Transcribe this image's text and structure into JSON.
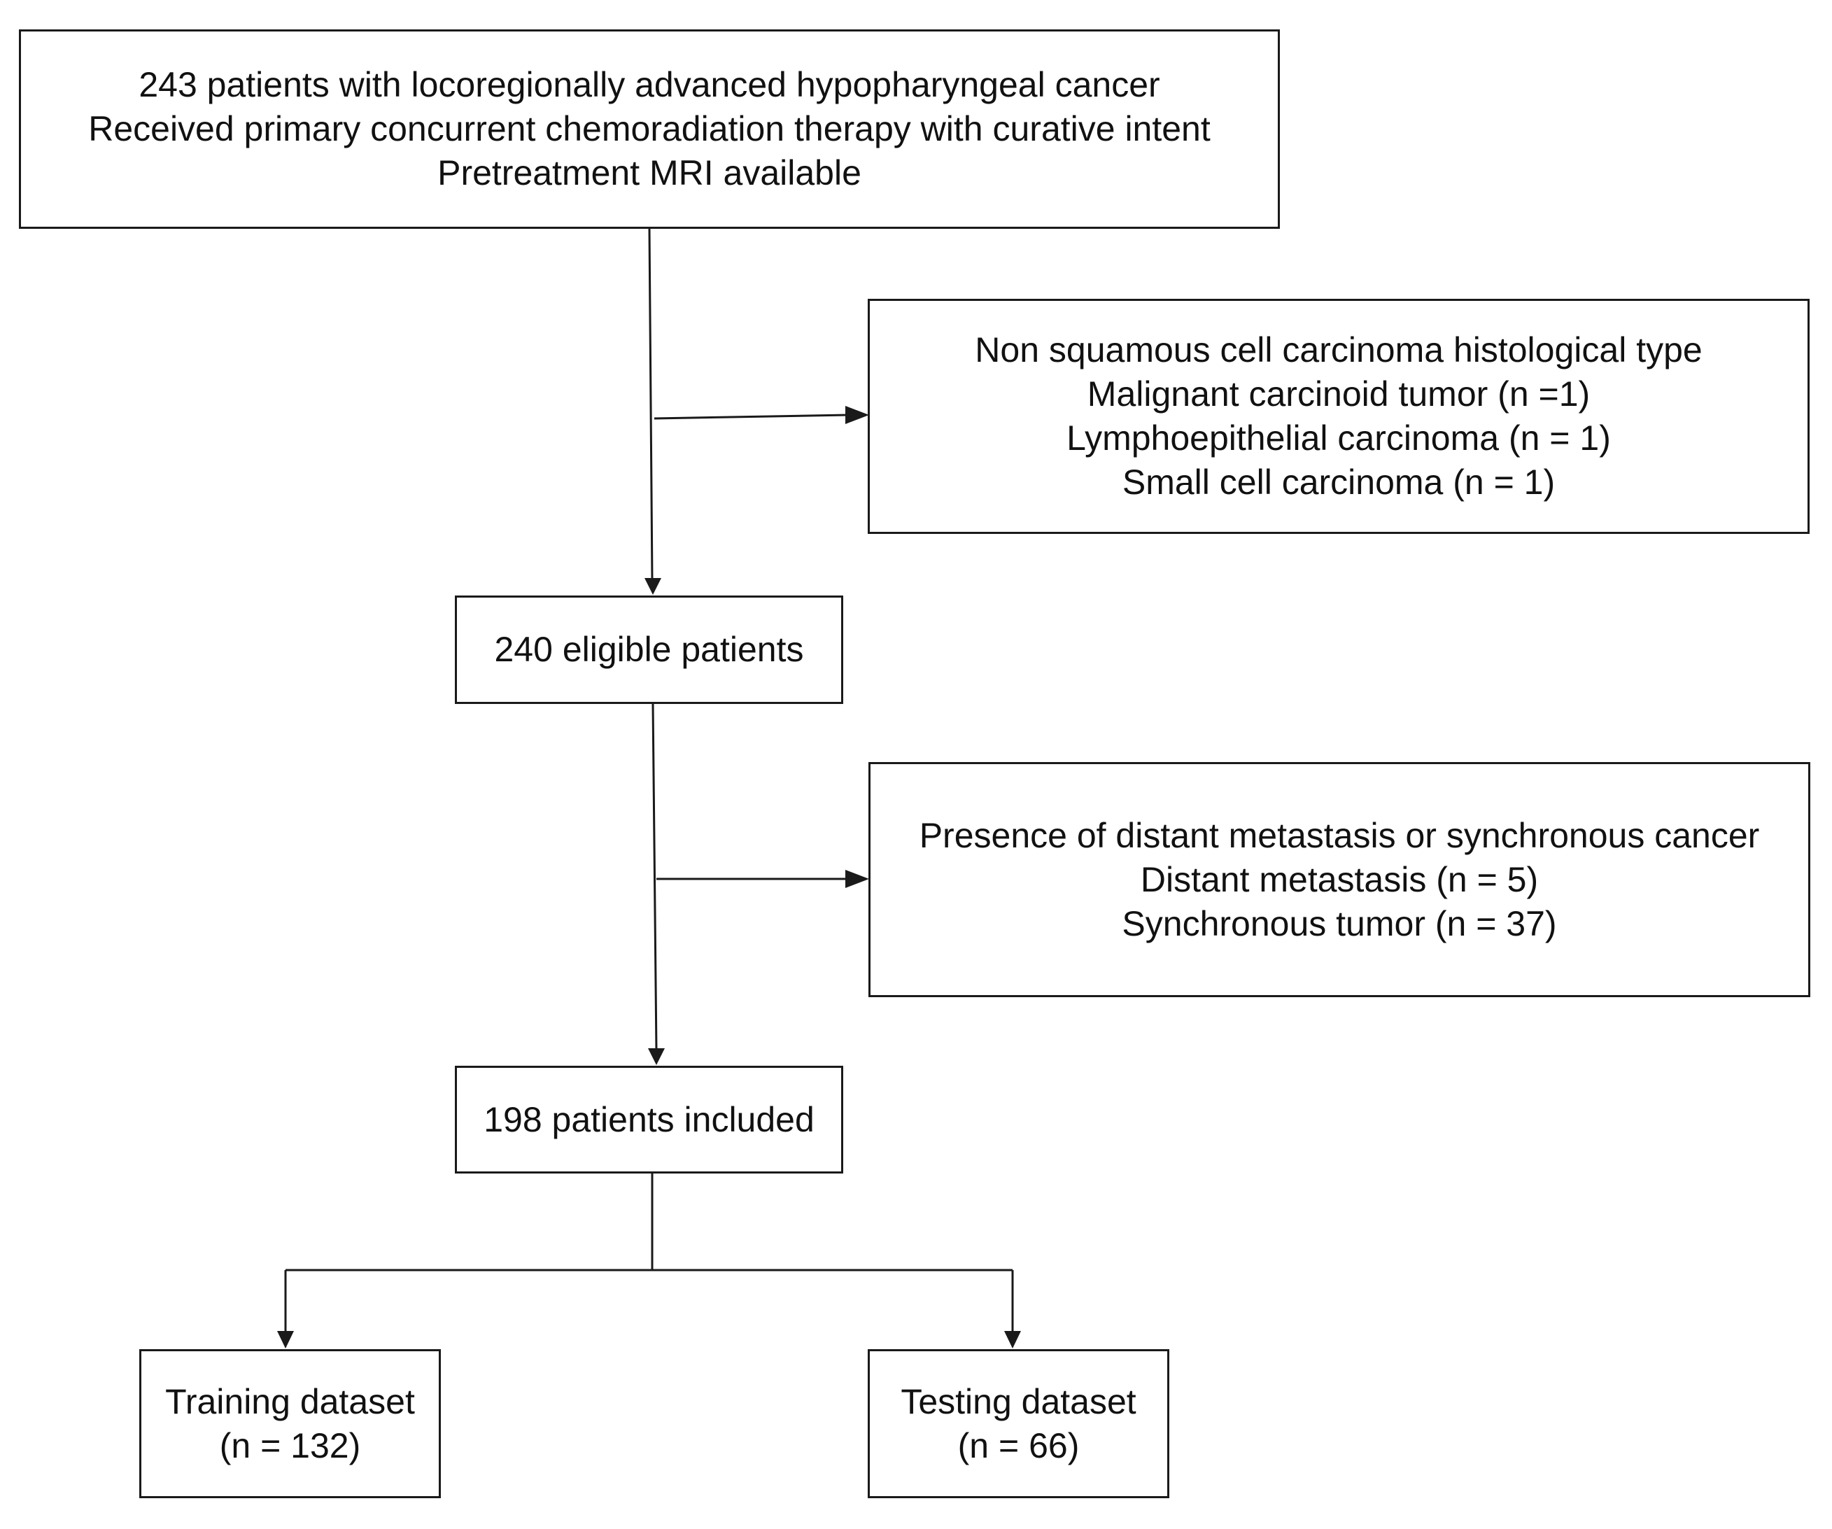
{
  "boxes": {
    "initial_cohort": {
      "lines": [
        "243 patients with locoregionally advanced hypopharyngeal cancer",
        "Received primary concurrent chemoradiation therapy with curative intent",
        "Pretreatment MRI available"
      ]
    },
    "exclusion_histology": {
      "lines": [
        "Non squamous cell carcinoma histological type",
        "Malignant carcinoid tumor (n =1)",
        "Lymphoepithelial carcinoma (n = 1)",
        "Small cell carcinoma (n = 1)"
      ]
    },
    "eligible": {
      "lines": [
        "240 eligible patients"
      ]
    },
    "exclusion_metastasis": {
      "lines": [
        "Presence of distant metastasis or synchronous cancer",
        "Distant metastasis (n = 5)",
        "Synchronous tumor (n = 37)"
      ]
    },
    "included": {
      "lines": [
        "198 patients included"
      ]
    },
    "training": {
      "lines": [
        "Training dataset",
        "(n = 132)"
      ]
    },
    "testing": {
      "lines": [
        "Testing dataset",
        "(n = 66)"
      ]
    }
  },
  "colors": {
    "stroke": "#1a1a1a",
    "text": "#111111",
    "background": "#ffffff"
  }
}
